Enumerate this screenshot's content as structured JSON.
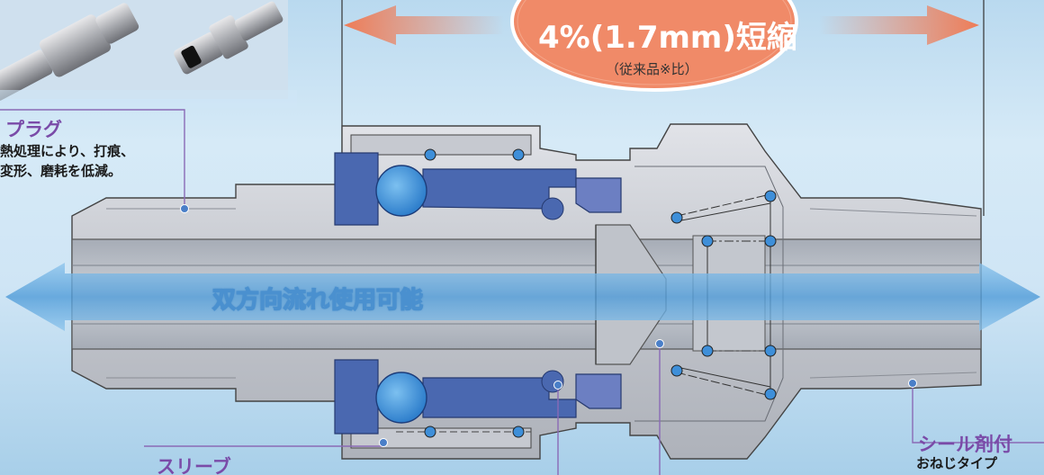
{
  "badge": {
    "reduction_text": "4%(1.7mm)短縮",
    "compare_note": "（従来品※比）"
  },
  "flow": {
    "label": "双方向流れ使用可能"
  },
  "callouts": {
    "plug": {
      "title": "プラグ",
      "line1": "熱処理により、打痕、",
      "line2": "変形、磨耗を低減。"
    },
    "sleeve": {
      "title": "スリーブ"
    },
    "sealant": {
      "title": "シール剤付",
      "line1": "おねじタイプ"
    }
  },
  "colors": {
    "background": "#cfe5f5",
    "body_gray": "#c9ccd3",
    "ring_blue": "#4a68b0",
    "ball_blue": "#3e8fd9",
    "badge_orange": "#f08a68",
    "arrow_orange": "#ee7c57",
    "flow_blue": "#5aa3dc",
    "leader_purple": "#8a6ab6"
  }
}
